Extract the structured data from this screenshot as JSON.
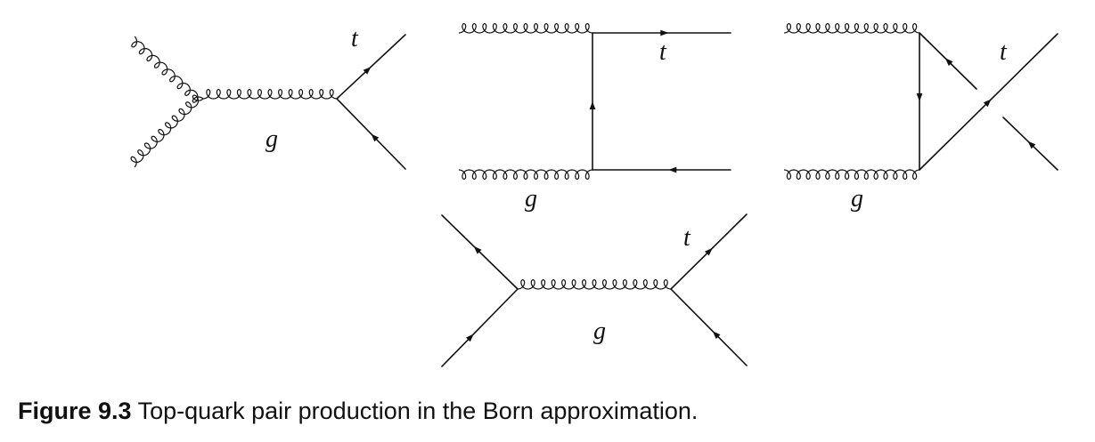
{
  "diagram": {
    "labels": {
      "top_quark": "t",
      "gluon": "g"
    },
    "colors": {
      "ink": "#111111",
      "background": "#ffffff"
    }
  },
  "caption": {
    "number": "Figure 9.3",
    "text": "Top-quark pair production in the Born approximation."
  }
}
